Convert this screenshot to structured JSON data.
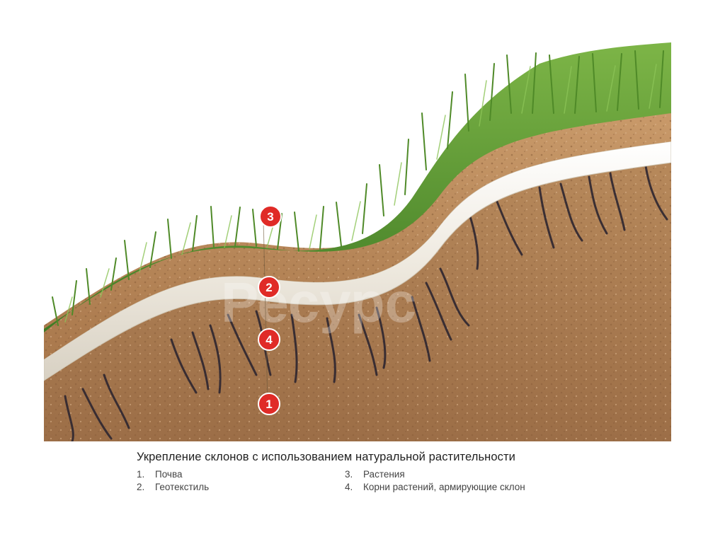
{
  "markers": [
    {
      "id": "3",
      "label": "3"
    },
    {
      "id": "2",
      "label": "2"
    },
    {
      "id": "4",
      "label": "4"
    },
    {
      "id": "1",
      "label": "1"
    }
  ],
  "watermark": "Ресурс",
  "caption": "Укрепление склонов с использованием натуральной растительности",
  "legend": {
    "left": [
      {
        "num": "1.",
        "text": "Почва"
      },
      {
        "num": "2.",
        "text": "Геотекстиль"
      }
    ],
    "right": [
      {
        "num": "3.",
        "text": "Растения"
      },
      {
        "num": "4.",
        "text": "Корни растений, армирующие склон"
      }
    ]
  },
  "colors": {
    "marker": "#e02b27",
    "grass": "#5f9a2e",
    "soil": "#b8875a",
    "geotextile": "#f4f1ea"
  }
}
